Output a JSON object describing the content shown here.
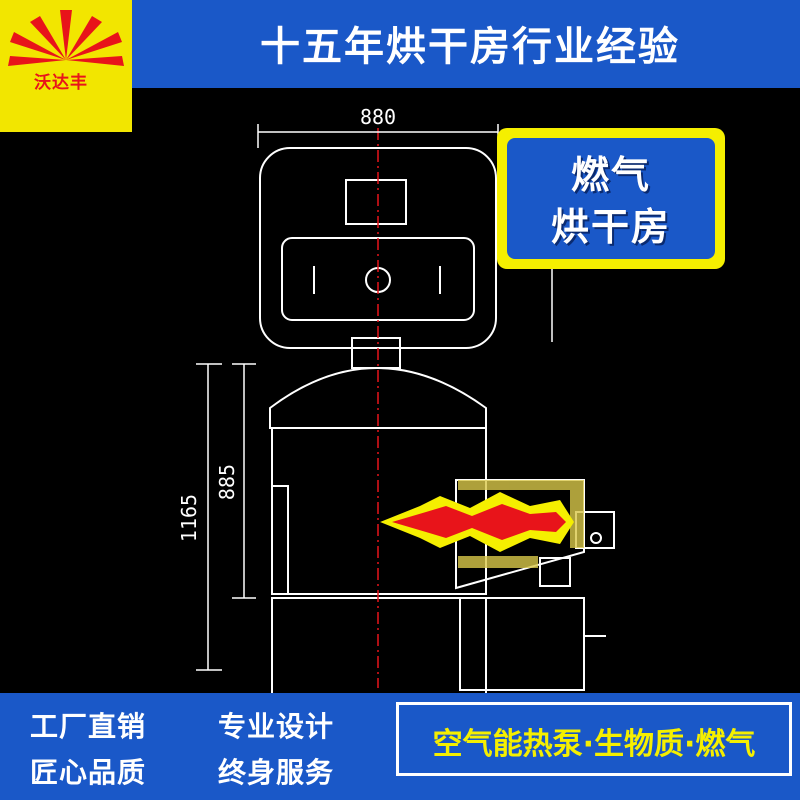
{
  "brand": {
    "logo_text": "沃达丰"
  },
  "header": {
    "title": "十五年烘干房行业经验"
  },
  "drawing": {
    "dim_width": "880",
    "dim_height_total": "1165",
    "dim_height_body": "885"
  },
  "badge": {
    "line1": "燃气",
    "line2": "烘干房"
  },
  "footer": {
    "col1": [
      "工厂直销",
      "匠心品质"
    ],
    "col2": [
      "专业设计",
      "终身服务"
    ],
    "highlight": "空气能热泵·生物质·燃气"
  },
  "colors": {
    "header_blue": "#1a58c8",
    "logo_yellow": "#f2e600",
    "flame_red": "#e8141a",
    "badge_yellow": "#f5ef00"
  }
}
